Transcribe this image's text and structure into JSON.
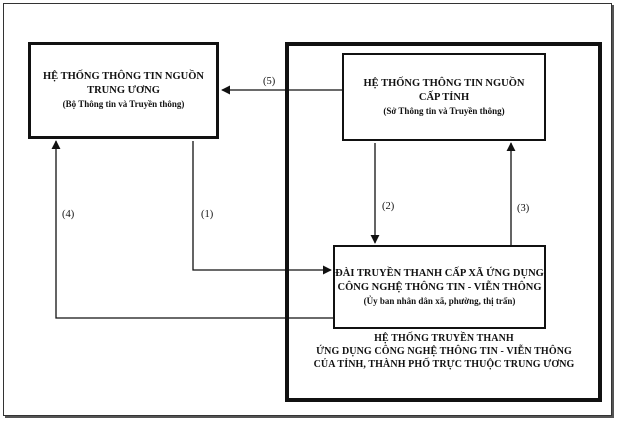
{
  "central": {
    "title_line1": "HỆ THỐNG THÔNG TIN NGUỒN",
    "title_line2": "TRUNG ƯƠNG",
    "subtitle": "(Bộ Thông tin và Truyền thông)"
  },
  "provincial": {
    "title_line1": "HỆ THỐNG THÔNG TIN NGUỒN",
    "title_line2": "CẤP TỈNH",
    "subtitle": "(Sở Thông tin và Truyền thông)"
  },
  "commune": {
    "title_line1": "ĐÀI TRUYỀN THANH CẤP XÃ ỨNG DỤNG",
    "title_line2": "CÔNG NGHỆ THÔNG TIN - VIỄN THÔNG",
    "subtitle": "(Ủy ban nhân dân xã, phường, thị trấn)"
  },
  "outer": {
    "caption_line1": "HỆ THỐNG TRUYỀN THANH",
    "caption_line2": "ỨNG DỤNG CÔNG NGHỆ THÔNG TIN - VIỄN THÔNG",
    "caption_line3": "CỦA TỈNH, THÀNH PHỐ TRỰC THUỘC TRUNG ƯƠNG"
  },
  "arrows": {
    "a1": "(1)",
    "a2": "(2)",
    "a3": "(3)",
    "a4": "(4)",
    "a5": "(5)"
  }
}
